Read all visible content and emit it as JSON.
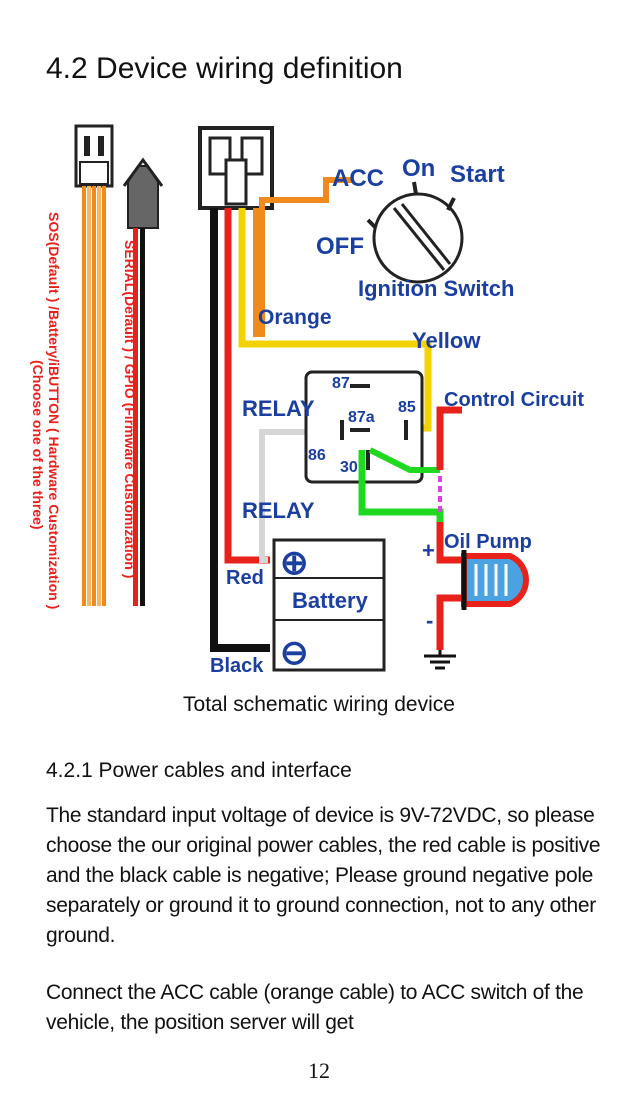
{
  "section_title": "4.2 Device wiring definition",
  "diagram": {
    "left_connector_label": "SOS(Default ) /Battery/iBUTTON ( Hardware Customization )",
    "left_connector_label2": "(Choose one of the three)",
    "right_connector_label": "SERIAL(Default ) / GPIO (Firmware Customization )",
    "labels": {
      "acc": "ACC",
      "on": "On",
      "start": "Start",
      "off": "OFF",
      "ignition": "Ignition Switch",
      "orange": "Orange",
      "yellow": "Yellow",
      "control_circuit": "Control Circuit",
      "relay_top": "RELAY",
      "relay_bottom": "RELAY",
      "pin87": "87",
      "pin87a": "87a",
      "pin85": "85",
      "pin86": "86",
      "pin30": "30",
      "oil_pump": "Oil Pump",
      "plus": "+",
      "minus": "-",
      "red": "Red",
      "black": "Black",
      "battery": "Battery",
      "battery_plus": "⊕",
      "battery_minus": "⊖"
    },
    "colors": {
      "red": "#e8221b",
      "black": "#111111",
      "orange": "#f08a1c",
      "yellow": "#f4d100",
      "green": "#1fd81f",
      "white_wire": "#d6d6d6",
      "label_blue": "#1a3fa0",
      "magenta": "#e040e0",
      "pump_blue": "#4aa3e0"
    }
  },
  "caption": "Total schematic wiring device",
  "subsection_title": "4.2.1 Power cables and interface",
  "paragraphs": [
    "The standard input voltage of device is 9V-72VDC, so please choose the our original power cables, the red cable is positive and the black cable is negative; Please ground negative pole separately or ground it to ground connection, not to any other ground.",
    "Connect the ACC cable (orange cable) to ACC switch of the vehicle, the position server will get"
  ],
  "page_number": "12"
}
